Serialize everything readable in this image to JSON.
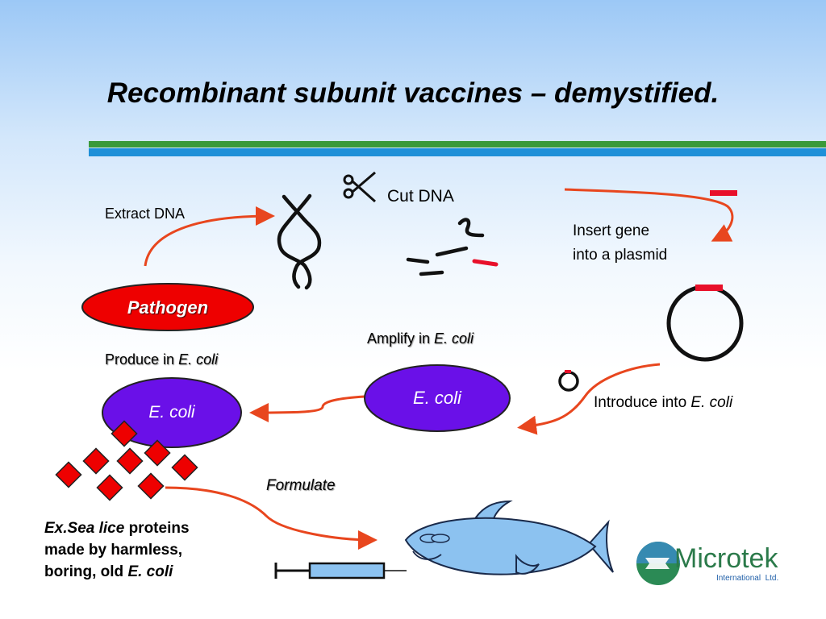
{
  "title": "Recombinant subunit vaccines – demystified.",
  "steps": {
    "extract": "Extract DNA",
    "cut": "Cut  DNA",
    "insert_line1": "Insert gene",
    "insert_line2": "into a plasmid",
    "amplify": "Amplify in ",
    "amplify_italic": "E. coli",
    "introduce": "Introduce into ",
    "introduce_italic": "E. coli",
    "produce": "Produce in ",
    "produce_italic": "E. coli",
    "formulate": "Formulate"
  },
  "ovals": {
    "pathogen": "Pathogen",
    "ecoli_center": "E. coli",
    "ecoli_left": "E. coli"
  },
  "caption": {
    "line1_italic": "Ex.Sea lice",
    "line1_rest": " proteins",
    "line2": "made by  harmless,",
    "line3_rest": "boring, old ",
    "line3_italic": "E. coli"
  },
  "logo": {
    "name": "Microtek",
    "tagline": "International  Ltd."
  },
  "icons": [
    "scissors-icon",
    "dna-helix-icon",
    "plasmid-icon",
    "fish-icon",
    "syringe-icon",
    "protein-diamond-icon"
  ],
  "colors": {
    "arrow": "#e8461e",
    "gene_segment": "#e8102a",
    "pathogen_oval": "#ee0000",
    "ecoli_oval": "#6a10e8",
    "fish": "#8cc2f0",
    "syringe": "#8cc2f0",
    "protein": "#ee0000",
    "bar_green": "#3a9a3a",
    "bar_blue": "#1e90d8"
  }
}
